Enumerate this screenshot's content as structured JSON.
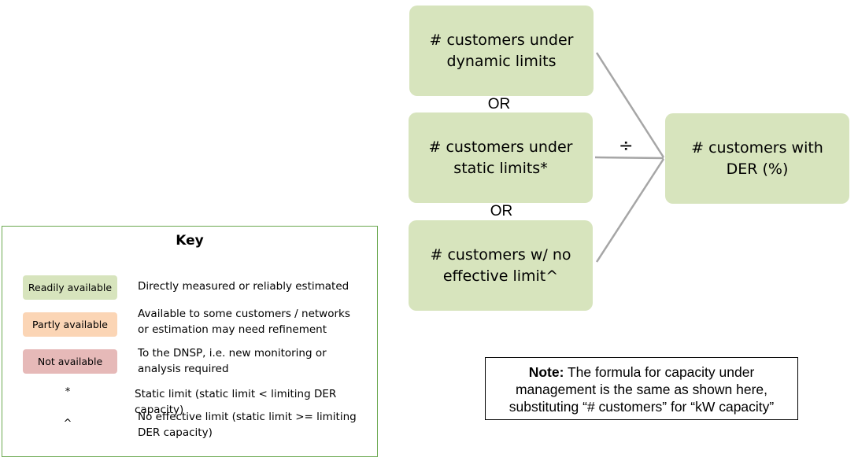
{
  "diagram": {
    "box_dynamic": "# customers under dynamic limits",
    "box_static": "# customers under static limits*",
    "box_no_limit": "# customers w/ no effective limit^",
    "box_der": "# customers with DER (%)",
    "or_1": "OR",
    "or_2": "OR",
    "divide_symbol": "÷",
    "box_color": "#d7e4bd",
    "line_color": "#a6a6a6"
  },
  "key": {
    "title": "Key",
    "items": [
      {
        "label": "Readily available",
        "color": "#d7e4bd",
        "description": "Directly measured or reliably estimated"
      },
      {
        "label": "Partly available",
        "color": "#fbd5b5",
        "description_line1": "Available to some customers / networks",
        "description_line2": "or estimation may need refinement"
      },
      {
        "label": "Not available",
        "color": "#e6b9b8",
        "description_line1": "To the DNSP, i.e. new monitoring or",
        "description_line2": "analysis required"
      }
    ],
    "symbols": [
      {
        "symbol": "*",
        "description": "Static limit (static limit < limiting DER capacity)"
      },
      {
        "symbol": "^",
        "description_line1": "No effective limit (static limit >= limiting",
        "description_line2": "DER capacity)"
      }
    ]
  },
  "note": {
    "label": "Note:",
    "text_line1": " The formula for capacity under",
    "text_line2": "management is the same as shown here,",
    "text_line3": "substituting “# customers” for “kW capacity”"
  }
}
